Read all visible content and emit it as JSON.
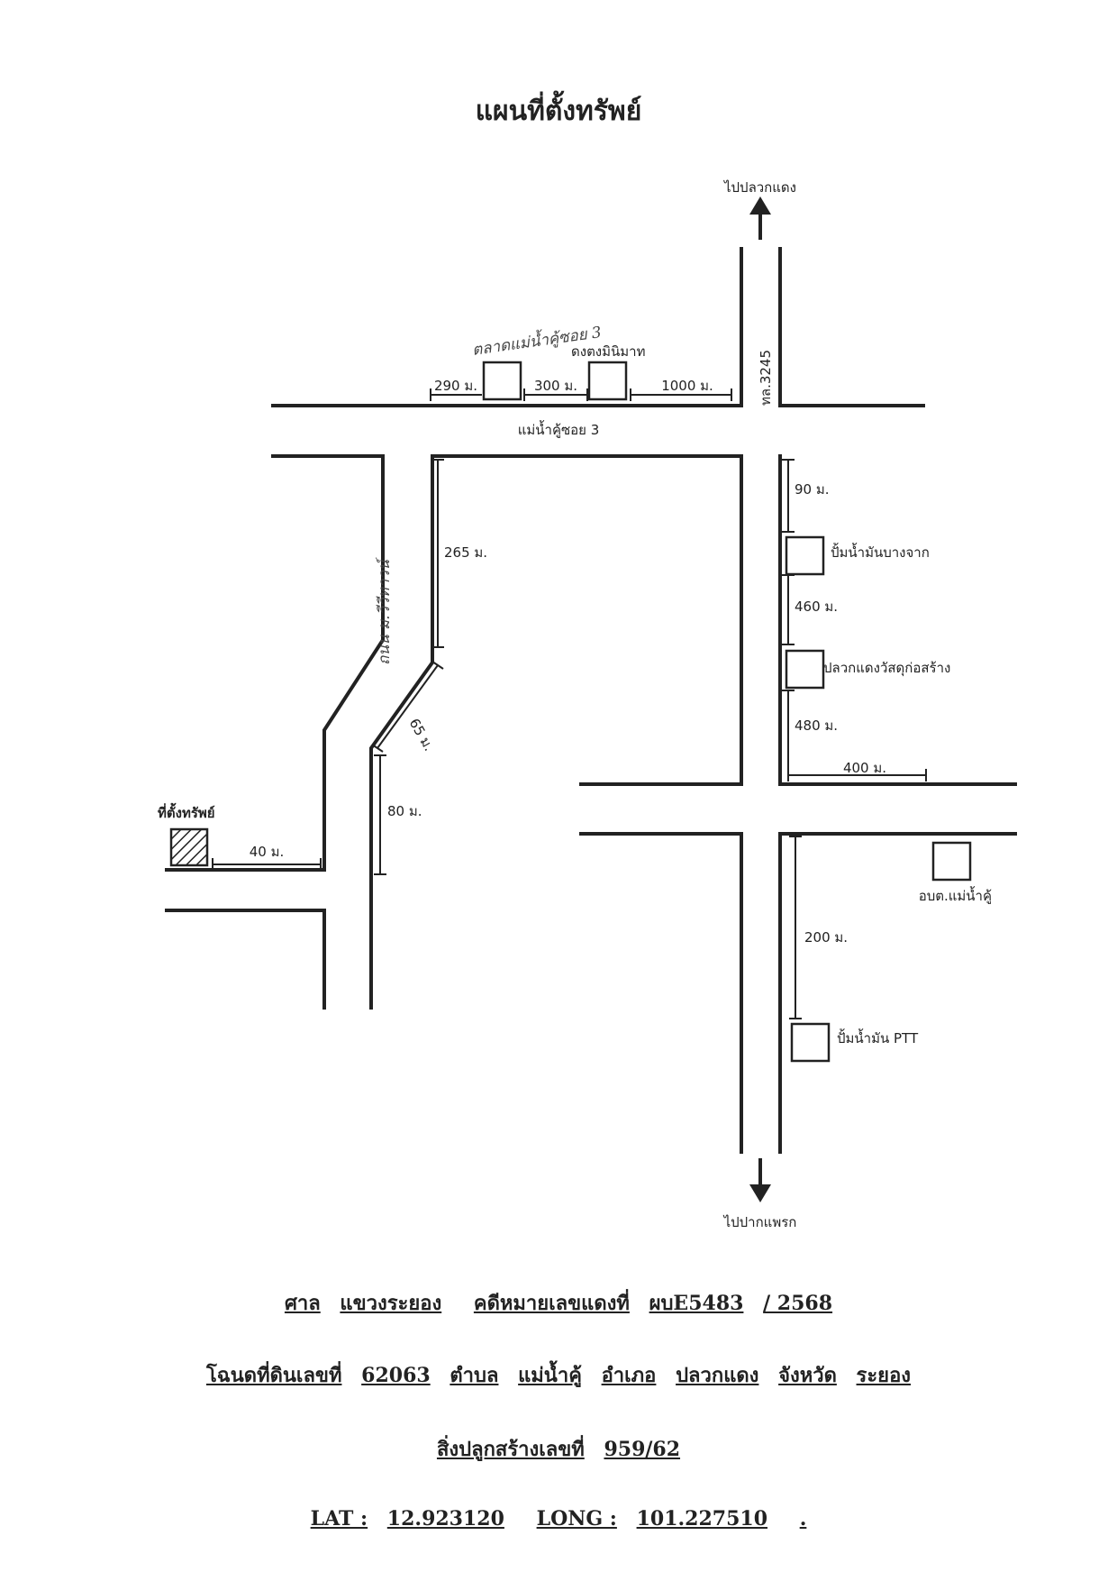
{
  "title": "แผนที่ตั้งทรัพย์",
  "directions": {
    "north": "ไปปลวกแดง",
    "south": "ไปปากแพรก"
  },
  "roads": {
    "main_road": "ทล.3245",
    "soi": "แม่น้ำคู้ซอย 3",
    "side_road_handwritten": "ถนน ม.วีวีทาวน์"
  },
  "landmarks": {
    "market_handwritten": "ตลาดแม่น้ำคู้ซอย 3",
    "minimart": "ดงตงมินิมาท",
    "gas_bangchak": "ปั้มน้ำมันบางจาก",
    "building_supply": "ปลวกแดงวัสดุก่อสร้าง",
    "sao_office": "อบต.แม่น้ำคู้",
    "gas_ptt": "ปั้มน้ำมัน PTT",
    "property": "ที่ตั้งทรัพย์"
  },
  "distances": {
    "d290": "290 ม.",
    "d300": "300 ม.",
    "d1000": "1000 ม.",
    "d265": "265 ม.",
    "d65": "65 ม.",
    "d80": "80 ม.",
    "d40": "40 ม.",
    "d90": "90 ม.",
    "d460": "460 ม.",
    "d480": "480 ม.",
    "d400": "400 ม.",
    "d200": "200 ม."
  },
  "case": {
    "court_label": "ศาล",
    "court": "แขวงระยอง",
    "case_label": "คดีหมายเลขแดงที่",
    "case_no": "ผบE5483",
    "case_year": "/ 2568"
  },
  "deed": {
    "deed_label": "โฉนดที่ดินเลขที่",
    "deed_no": "62063",
    "subdistrict_label": "ตำบล",
    "subdistrict": "แม่น้ำคู้",
    "district_label": "อำเภอ",
    "district": "ปลวกแดง",
    "province_label": "จังหวัด",
    "province": "ระยอง"
  },
  "building": {
    "label": "สิ่งปลูกสร้างเลขที่",
    "no": "959/62"
  },
  "coords": {
    "lat_label": "LAT :",
    "lat": "12.923120",
    "long_label": "LONG :",
    "long": "101.227510",
    "end": "."
  }
}
